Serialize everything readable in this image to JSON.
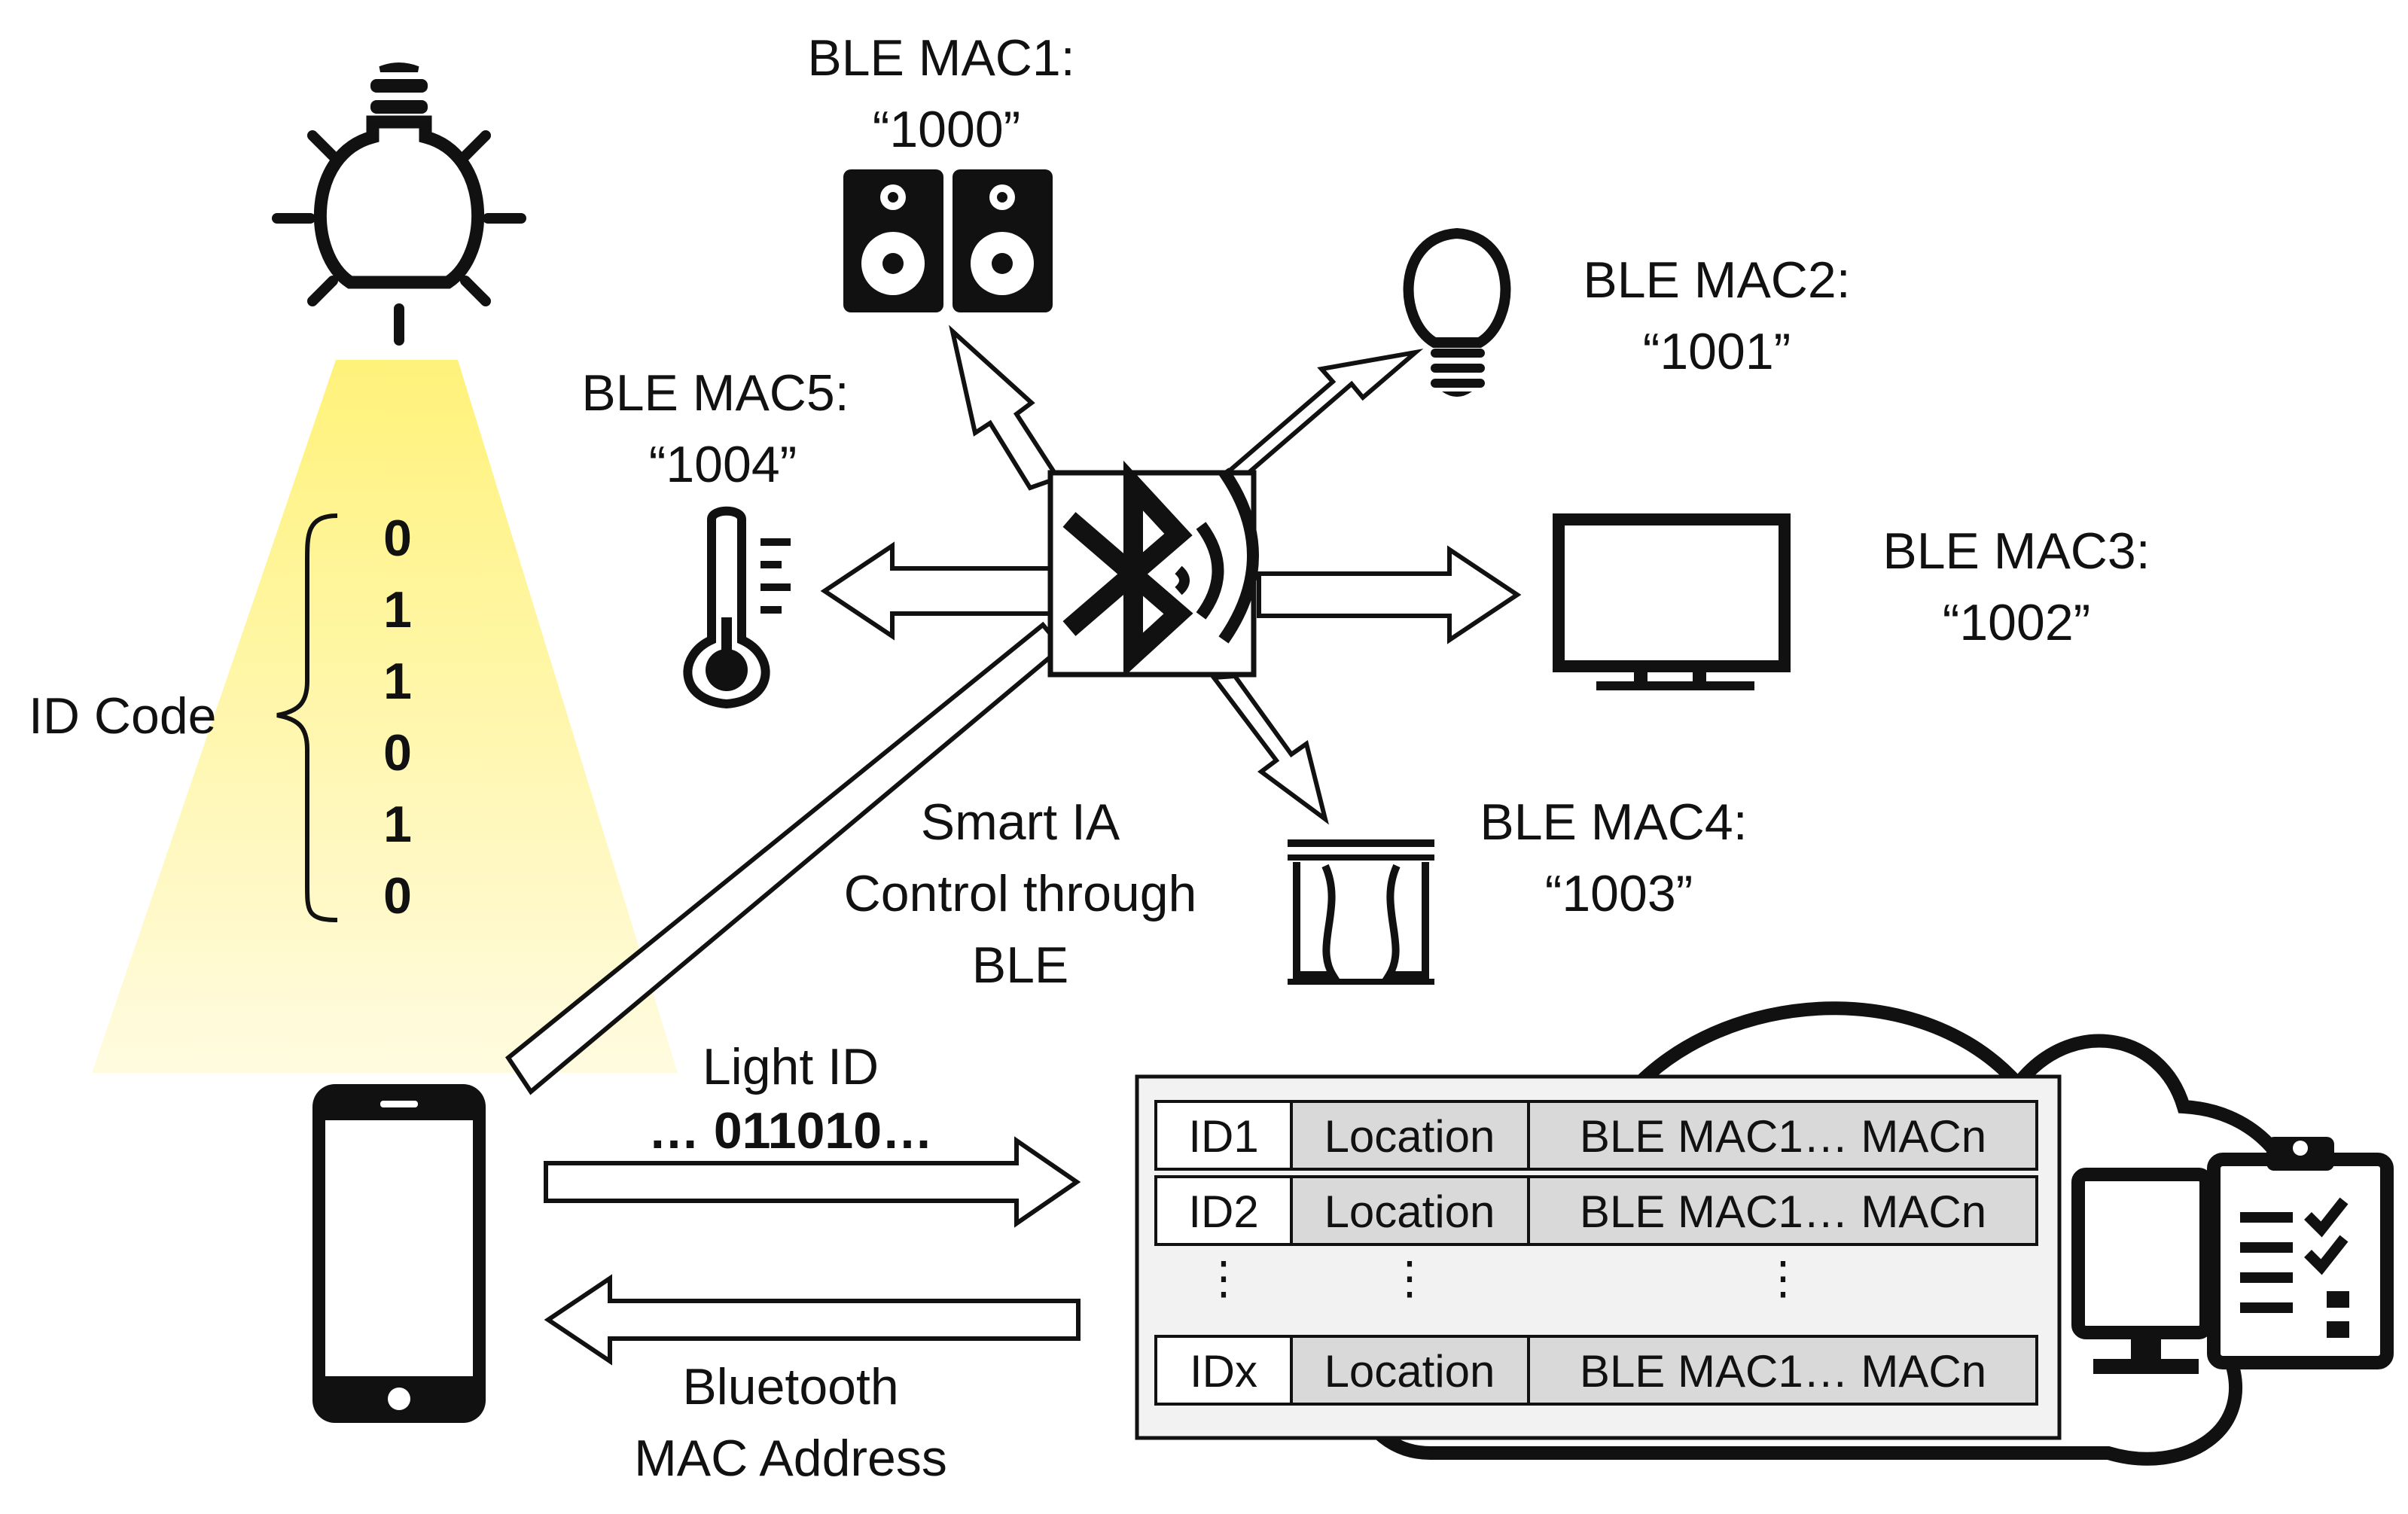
{
  "devices": [
    {
      "name": "BLE MAC1:",
      "code": "“1000”",
      "icon": "speakers-icon"
    },
    {
      "name": "BLE MAC2:",
      "code": "“1001”",
      "icon": "lightbulb-icon"
    },
    {
      "name": "BLE MAC3:",
      "code": "“1002”",
      "icon": "monitor-icon"
    },
    {
      "name": "BLE MAC4:",
      "code": "“1003”",
      "icon": "curtains-icon"
    },
    {
      "name": "BLE MAC5:",
      "code": "“1004”",
      "icon": "thermometer-icon"
    }
  ],
  "id_code": {
    "label": "ID Code",
    "bits": [
      "0",
      "1",
      "1",
      "0",
      "1",
      "0"
    ]
  },
  "control": {
    "line1": "Smart IA",
    "line2": "Control through",
    "line3": "BLE"
  },
  "light_id": {
    "line1": "Light ID",
    "line2": "… 011010…"
  },
  "bluetooth": {
    "line1": "Bluetooth",
    "line2": "MAC Address"
  },
  "table": {
    "rows": [
      {
        "id": "ID1",
        "location": "Location",
        "mac": "BLE MAC1… MACn"
      },
      {
        "id": "ID2",
        "location": "Location",
        "mac": "BLE MAC1… MACn"
      },
      {
        "id": "IDx",
        "location": "Location",
        "mac": "BLE MAC1… MACn"
      }
    ],
    "ellipsis": "⋮"
  },
  "colors": {
    "light_beam": "#fff27a",
    "cell_fill": "#d9d9d9",
    "table_bg": "#f2f2f2",
    "ink": "#111111"
  }
}
